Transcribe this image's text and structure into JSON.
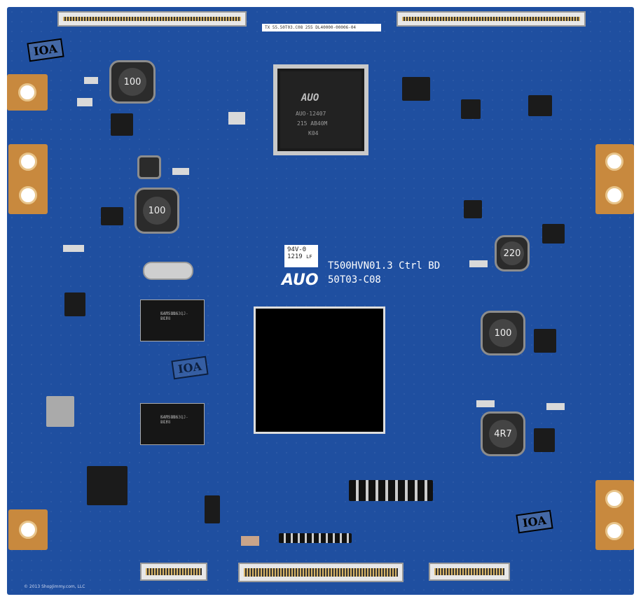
{
  "board": {
    "model_line": "T500HVN01.3 Ctrl BD",
    "part_code": "50T03-C08",
    "brand_logo": "AUO",
    "ul_mark": "94V-0",
    "date_code": "1219",
    "lf_mark": "LF",
    "sticker": "TX  55.50T03.C08  255 DL40000-00006-04",
    "copyright": "© 2013 ShopJimmy.com, LLC"
  },
  "main_ic": {
    "brand": "AUO",
    "line1": "AUO-12407",
    "line2": "215 AB40M",
    "line3": "K04"
  },
  "ram_chips": [
    {
      "line1": "K4T51163QJ-BCF8",
      "line2": "SAMSUNG 213"
    },
    {
      "line1": "K4T51163QJ-BCF8",
      "line2": "SAMSUNG 213"
    }
  ],
  "inductors": [
    {
      "value": "100"
    },
    {
      "value": "100"
    },
    {
      "value": "220"
    },
    {
      "value": "100"
    },
    {
      "value": "4R7"
    }
  ],
  "stamps": [
    "IOA",
    "IOA",
    "IOA"
  ],
  "colors": {
    "pcb": "#1f4fa0",
    "pad": "#c8893e",
    "silkscreen": "#ffffff"
  }
}
